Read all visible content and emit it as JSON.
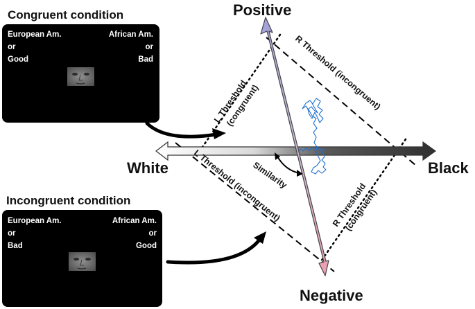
{
  "panels": {
    "congruent": {
      "title": "Congruent condition",
      "left_line1": "European Am.",
      "left_line2": "or",
      "left_line3": "Good",
      "right_line1": "African Am.",
      "right_line2": "or",
      "right_line3": "Bad"
    },
    "incongruent": {
      "title": "Incongruent condition",
      "left_line1": "European Am.",
      "left_line2": "or",
      "left_line3": "Bad",
      "right_line1": "African Am.",
      "right_line2": "or",
      "right_line3": "Good"
    }
  },
  "axes": {
    "top": "Positive",
    "bottom": "Negative",
    "left": "White",
    "right": "Black"
  },
  "thresholds": {
    "left_congruent_1": "L Threshold",
    "left_congruent_2": "(congruent)",
    "right_incongruent": "R Threshold (incongruent)",
    "left_incongruent": "L Threshold (incongruent)",
    "right_congruent_1": "R Threshold",
    "right_congruent_2": "(congruent)"
  },
  "similarity_label": "Similarity",
  "colors": {
    "trajectory": "#1f6fd0",
    "positive_arrow": "#a8a4d8",
    "negative_arrow": "#e8a0ae",
    "black_arrow": "#3a3a3a",
    "screen_bg": "#000000"
  }
}
